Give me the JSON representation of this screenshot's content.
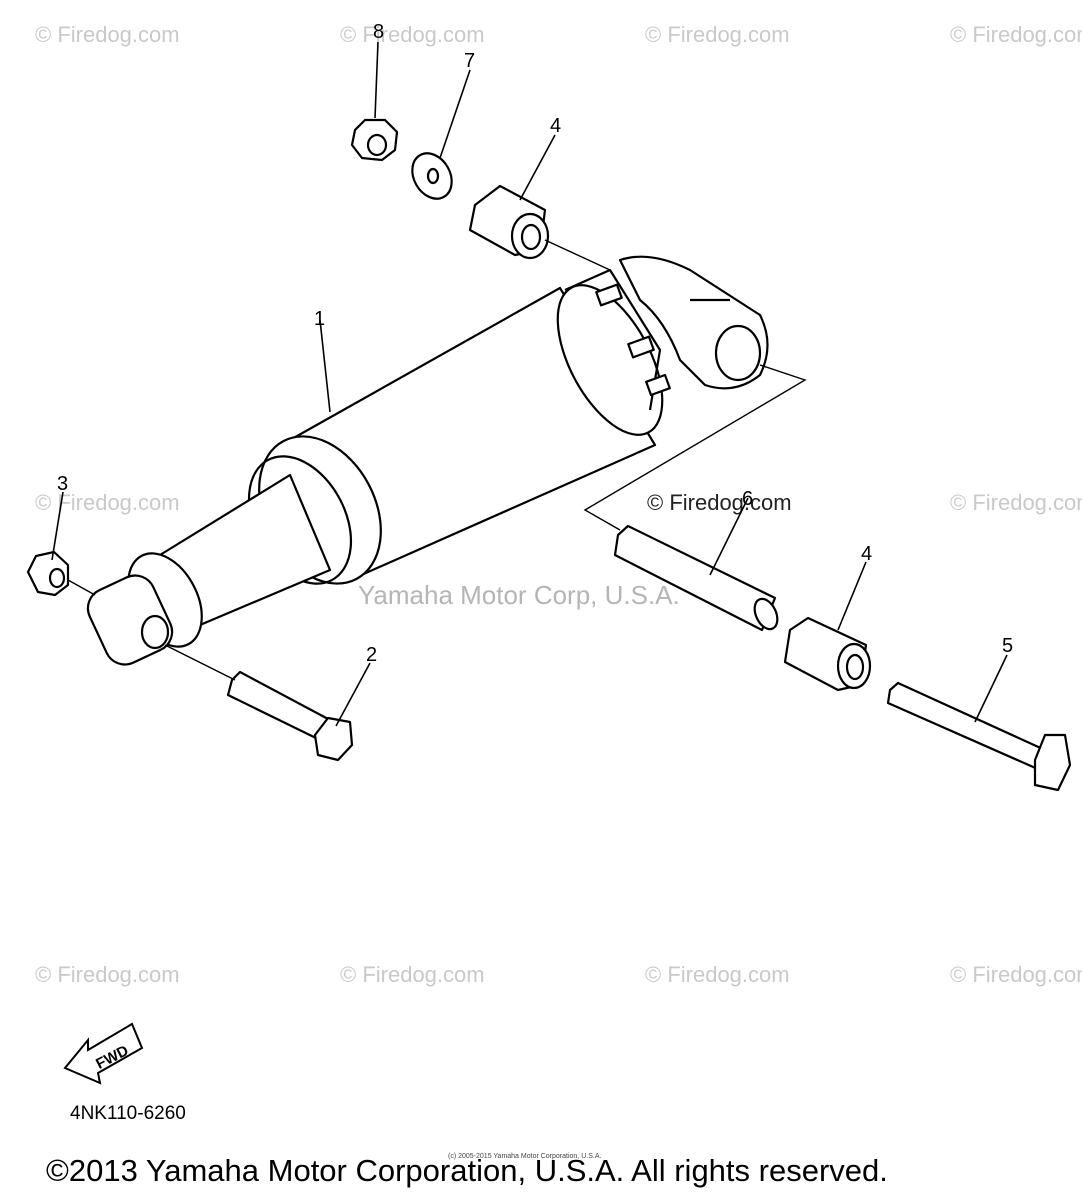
{
  "watermarks": {
    "text": "© Firedog.com",
    "center_text": "© Firedog.com",
    "overlay": "Yamaha Motor Corp, U.S.A."
  },
  "callouts": [
    {
      "label": "1"
    },
    {
      "label": "2"
    },
    {
      "label": "3"
    },
    {
      "label": "4"
    },
    {
      "label": "4"
    },
    {
      "label": "5"
    },
    {
      "label": "6"
    },
    {
      "label": "7"
    },
    {
      "label": "8"
    }
  ],
  "fwd_label": "FWD",
  "diagram_code": "4NK110-6260",
  "tiny_notice": "(c) 2005-2015 Yamaha Motor Corporation, U.S.A.",
  "copyright": "©2013 Yamaha Motor Corporation, U.S.A. All rights reserved.",
  "colors": {
    "line": "#000000",
    "watermark": "#c9c9c9",
    "background": "#ffffff"
  }
}
